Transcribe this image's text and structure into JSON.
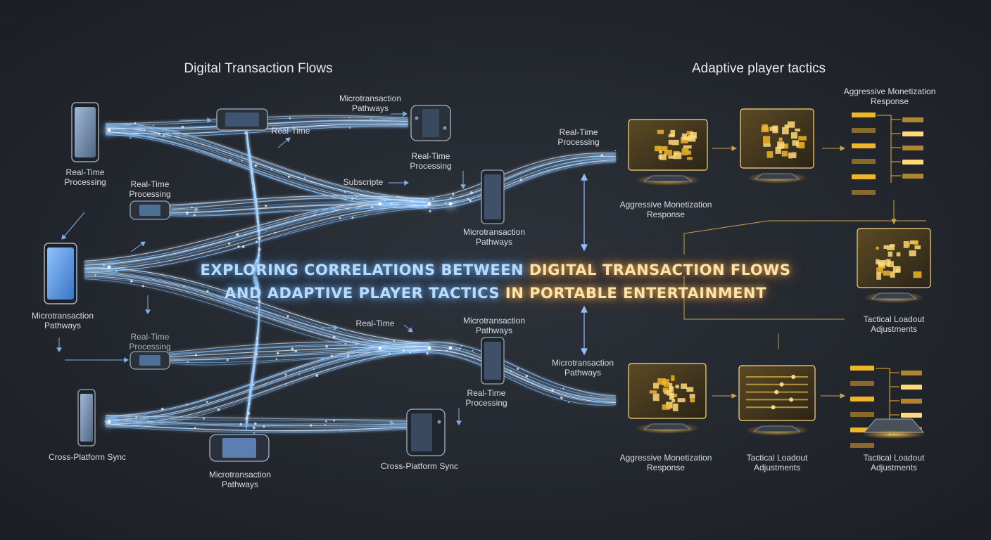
{
  "headings": {
    "left": "Digital Transaction Flows",
    "right": "Adaptive player tactics"
  },
  "title": {
    "line1_blue": "EXPLORING CORRELATIONS BETWEEN ",
    "line1_gold": "DIGITAL TRANSACTION FLOWS",
    "line2_blue": "AND ADAPTIVE PLAYER TACTICS ",
    "line2_gold": "IN PORTABLE ENTERTAINMENT"
  },
  "left_labels": {
    "phone_top_1": "Real-Time",
    "phone_top_2": "Processing",
    "phone_mid_1": "Microtransaction",
    "phone_mid_2": "Pathways",
    "phone_bottom": "Cross-Platform Sync",
    "handheld_top_1": "Real-Time",
    "handheld_top_2": "Processing",
    "handheld_bottom_1": "Real-Time",
    "handheld_bottom_2": "Processing",
    "console_top": "Real-Time",
    "micro_top_1": "Microtransaction",
    "micro_top_2": "Pathways",
    "rt_console_1": "Real-Time",
    "rt_console_2": "Processing",
    "subscript": "Subscripte",
    "micro_mid_1": "Microtransaction",
    "micro_mid_2": "Pathways",
    "rt_lower": "Real-Time",
    "micro_lower_1": "Microtransaction",
    "micro_lower_2": "Pathways",
    "rt_lower2_1": "Real-Time",
    "rt_lower2_2": "Processing",
    "cross_bottom": "Cross-Platform Sync",
    "micro_bottom_1": "Microtransaction",
    "micro_bottom_2": "Pathways",
    "rt_right_1": "Real-Time",
    "rt_right_2": "Processing",
    "micro_right_1": "Microtransaction",
    "micro_right_2": "Pathways"
  },
  "right_labels": {
    "agg_top_1": "Aggressive Monetization",
    "agg_top_2": "Response",
    "agg_topright_1": "Aggressive Monetization",
    "agg_topright_2": "Response",
    "tac_mid_1": "Tactical Loadout",
    "tac_mid_2": "Adjustments",
    "agg_bottom_1": "Aggressive Monetization",
    "agg_bottom_2": "Response",
    "tac_bottom_1": "Tactical Loadout",
    "tac_bottom_2": "Adjustments",
    "tac_bottomright_1": "Tactical Loadout",
    "tac_bottomright_2": "Adjustments"
  },
  "colors": {
    "flow": "#7fc0ff",
    "flow_core": "#d8ecff",
    "gold": "#f0b429",
    "gold_light": "#ffd97a",
    "background": "#23272e"
  }
}
